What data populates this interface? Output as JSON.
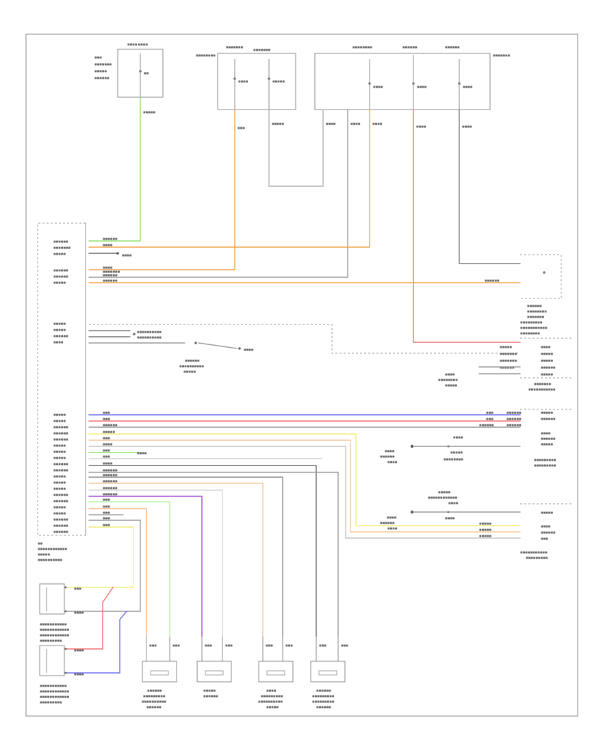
{
  "diagram": {
    "footer_code": "",
    "colors": {
      "frame": "#9a9a9a",
      "green": "#8be06a",
      "orange": "#f5a14a",
      "red": "#f26d6d",
      "blue": "#6f6ff0",
      "yellow": "#f3ee7a",
      "purple": "#a64ad6",
      "gray": "#8c8c8c",
      "lightgray": "#b8b8b8",
      "peach": "#f7c79b"
    },
    "blocks": [
      {
        "name": "fuse-block-top-left"
      },
      {
        "name": "fuse-block-top-center"
      },
      {
        "name": "fuse-block-top-right"
      },
      {
        "name": "control-module"
      },
      {
        "name": "right-connector-block-upper"
      },
      {
        "name": "right-connector-block-middle"
      },
      {
        "name": "right-sensor-lower"
      },
      {
        "name": "left-seat-sensor-upper"
      },
      {
        "name": "left-seat-sensor-lower"
      },
      {
        "name": "bottom-sensor-1"
      },
      {
        "name": "bottom-sensor-2"
      },
      {
        "name": "bottom-sensor-3"
      },
      {
        "name": "bottom-sensor-4"
      }
    ]
  }
}
